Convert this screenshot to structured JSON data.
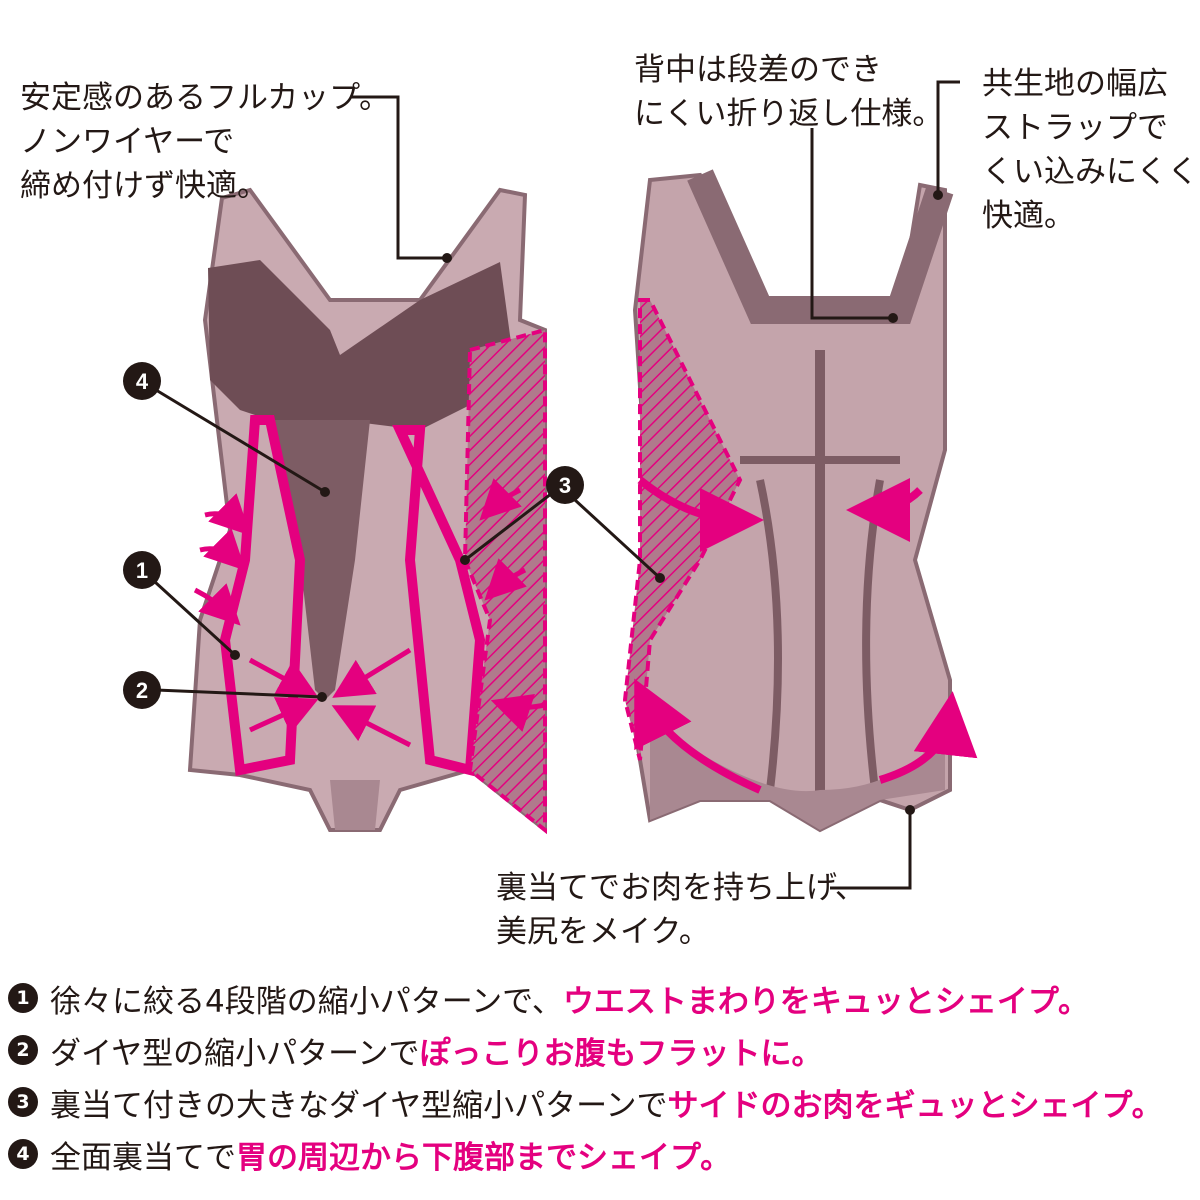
{
  "callouts": {
    "front_cup": [
      "安定感のあるフルカップ。",
      "ノンワイヤーで",
      "締め付けず快適。"
    ],
    "back_step": [
      "背中は段差のでき",
      "にくい折り返し仕様。"
    ],
    "strap": [
      "共生地の幅広",
      "ストラップで",
      "くい込みにくく",
      "快適。"
    ],
    "hip": [
      "裏当てでお肉を持ち上げ、",
      "美尻をメイク。"
    ]
  },
  "markers": [
    "1",
    "2",
    "3",
    "4"
  ],
  "legend": [
    {
      "num": "1",
      "text": "徐々に絞る4段階の縮小パターンで、",
      "highlight": "ウエストまわりをキュッとシェイプ。"
    },
    {
      "num": "2",
      "text": "ダイヤ型の縮小パターンで",
      "highlight": "ぽっこりお腹もフラットに。"
    },
    {
      "num": "3",
      "text": "裏当て付きの大きなダイヤ型縮小パターンで",
      "highlight": "サイドのお肉をギュッとシェイプ。"
    },
    {
      "num": "4",
      "text": "全面裏当てで",
      "highlight": "胃の周辺から下腹部までシェイプ。"
    }
  ],
  "colors": {
    "accent": "#e4007f",
    "garment": "#9a7a83",
    "garment_light": "#c9aab1",
    "lace": "#6e4d55",
    "text": "#231815"
  }
}
